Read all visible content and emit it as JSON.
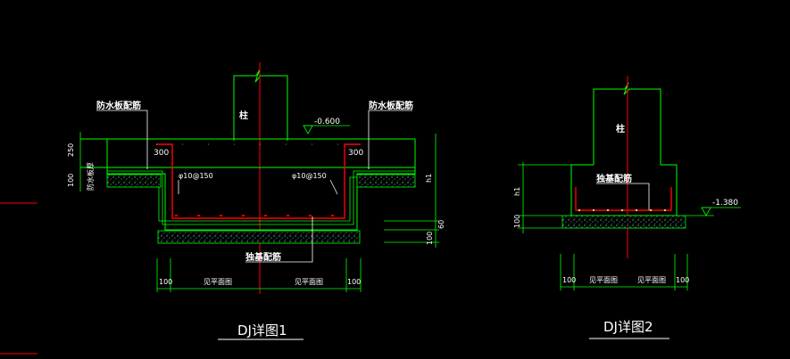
{
  "colors": {
    "background": "#000000",
    "outline": "#00ff00",
    "rebar": "#ff0000",
    "text": "#ffffff",
    "concrete": "#7fffd4",
    "column_axis": "#ff0000"
  },
  "detail1": {
    "title": "DJ详图1",
    "column_label": "柱",
    "waterproof_left": "防水板配筋",
    "waterproof_right": "防水板配筋",
    "elevation": "-0.600",
    "offset_left": "300",
    "offset_right": "300",
    "rebar_left": "φ10@150",
    "rebar_right": "φ10@150",
    "base_rebar": "独基配筋",
    "dim_250": "250",
    "dim_100": "100",
    "dim_plate": "防水板厚",
    "dim_h1": "h1",
    "dim_100_right": "100",
    "dim_60": "60",
    "bottom_dims": {
      "left": "100",
      "mid_left": "见平面图",
      "mid_right": "见平面图",
      "right": "100"
    }
  },
  "detail2": {
    "title": "DJ详图2",
    "column_label": "柱",
    "base_rebar": "独基配筋",
    "elevation": "-1.380",
    "dim_h1": "h1",
    "dim_100": "100",
    "bottom_dims": {
      "left": "100",
      "mid_left": "见平面图",
      "mid_right": "见平面图",
      "right": "100"
    }
  }
}
